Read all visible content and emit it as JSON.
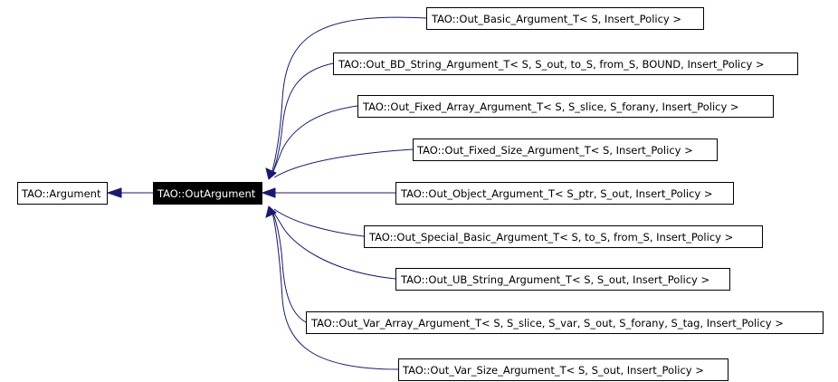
{
  "colors": {
    "edge": "#191970",
    "focus_fill": "#000000",
    "focus_text": "#ffffff",
    "node_fill": "#ffffff",
    "node_border": "#000000"
  },
  "nodes": {
    "argument": "TAO::Argument",
    "out_argument": "TAO::OutArgument",
    "derived": [
      "TAO::Out_Basic_Argument_T< S, Insert_Policy >",
      "TAO::Out_BD_String_Argument_T< S, S_out, to_S, from_S, BOUND, Insert_Policy >",
      "TAO::Out_Fixed_Array_Argument_T< S, S_slice, S_forany, Insert_Policy >",
      "TAO::Out_Fixed_Size_Argument_T< S, Insert_Policy >",
      "TAO::Out_Object_Argument_T< S_ptr, S_out, Insert_Policy >",
      "TAO::Out_Special_Basic_Argument_T< S, to_S, from_S, Insert_Policy >",
      "TAO::Out_UB_String_Argument_T< S, S_out, Insert_Policy >",
      "TAO::Out_Var_Array_Argument_T< S, S_slice, S_var, S_out, S_forany, S_tag, Insert_Policy >",
      "TAO::Out_Var_Size_Argument_T< S, S_out, Insert_Policy >"
    ]
  }
}
